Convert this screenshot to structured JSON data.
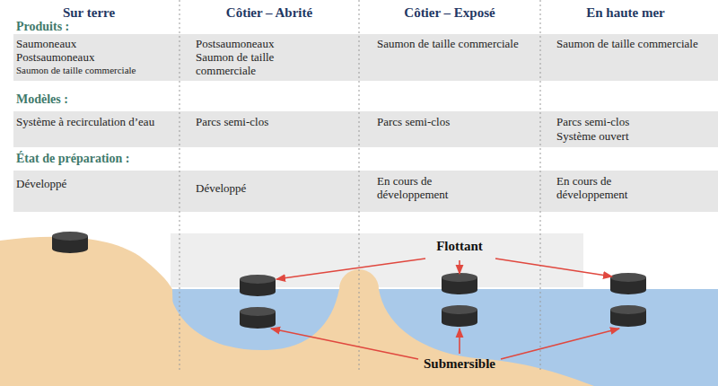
{
  "diagram": {
    "labels": [
      "Sur terre",
      "Côtier – Abrité",
      "Côtier – Exposé",
      "En haute mer",
      "Produits :",
      "Saumoneaux",
      "Postsaumoneaux",
      "Saumon de taille commerciale",
      "Postsaumoneaux",
      "Saumon de taille commerciale",
      "Saumon de taille commerciale",
      "Saumon de taille commerciale",
      "Modèles :",
      "Système à recirculation d’eau",
      "Parcs semi-clos",
      "Parcs semi-clos",
      "Parcs semi-clos",
      "Système ouvert",
      "État de préparation :",
      "Développé",
      "Développé",
      "En cours de développement",
      "En cours de développement",
      "Flottant",
      "Submersible"
    ]
  }
}
